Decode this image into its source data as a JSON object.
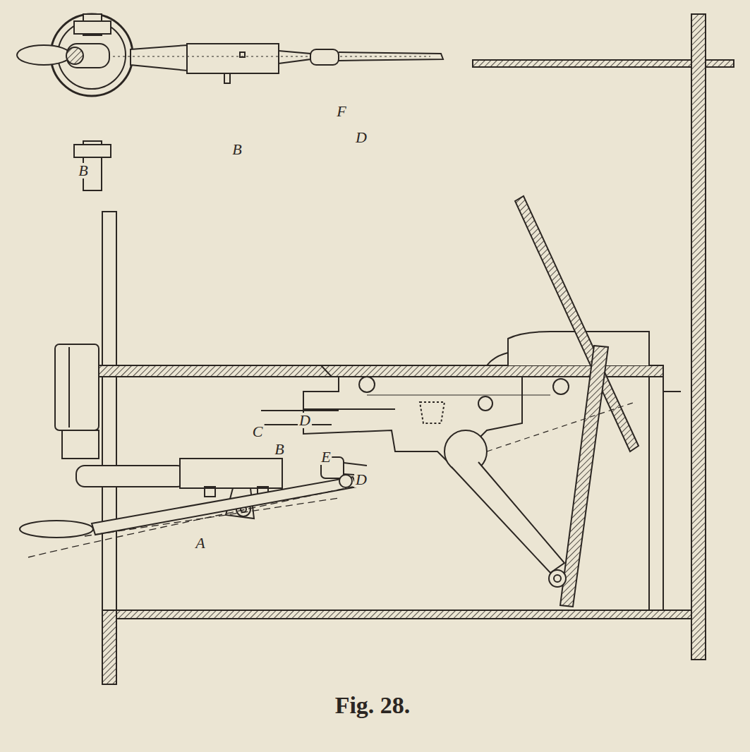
{
  "diagram": {
    "caption": "Fig. 28.",
    "labels": [
      "B",
      "B",
      "F",
      "D",
      "C",
      "D",
      "B",
      "E",
      "D",
      "A"
    ]
  }
}
